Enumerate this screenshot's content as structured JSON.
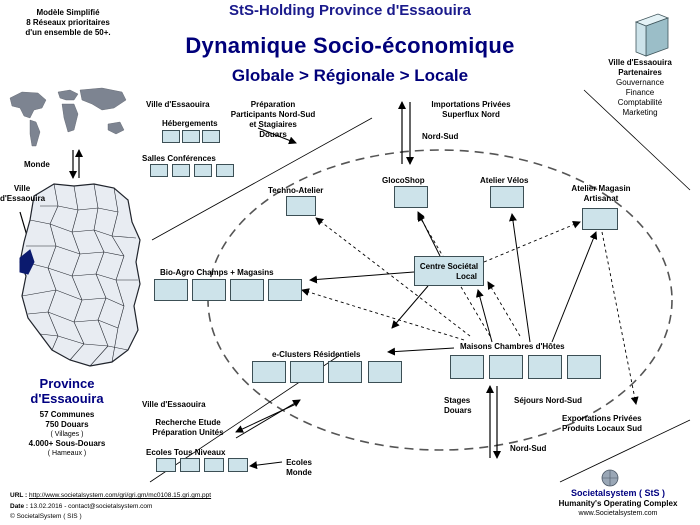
{
  "header": {
    "line1": "StS-Holding Province d'Essaouira",
    "line2": "Dynamique Socio-économique",
    "line3": "Globale > Régionale > Locale"
  },
  "left_panel": {
    "model_line1": "Modèle Simplifié",
    "model_line2": "8 Réseaux prioritaires",
    "model_line3": "d'un ensemble de 50+.",
    "monde": "Monde",
    "ville_line1": "Ville",
    "ville_line2": "d'Essaouira",
    "province_line1": "Province",
    "province_line2": "d'Essaouira",
    "communes": "57 Communes",
    "douars": "750 Douars",
    "villages": "( Villages )",
    "sous_douars": "4.000+ Sous-Douars",
    "hameaux": "( Hameaux )"
  },
  "right_panel": {
    "title_line1": "Ville d'Essaouira",
    "title_line2": "Partenaires",
    "items": [
      "Gouvernance",
      "Finance",
      "Comptabilité",
      "Marketing"
    ]
  },
  "nodes": {
    "ville_top": "Ville d'Essaouira",
    "hebergements": "Hébergements",
    "preparation_line1": "Préparation",
    "preparation_line2": "Participants Nord-Sud",
    "preparation_line3": "et Stagiaires",
    "preparation_line4": "Douars",
    "salles": "Salles Conférences",
    "importations_line1": "Importations Privées",
    "importations_line2": "Superflux Nord",
    "nord_sud_top": "Nord-Sud",
    "techno": "Techno-Atelier",
    "glocoshop": "GlocoShop",
    "atelier_velos": "Atelier Vélos",
    "atelier_magasin_line1": "Atelier Magasin",
    "atelier_magasin_line2": "Artisanat",
    "bio_agro": "Bio-Agro Champs + Magasins",
    "centre_line1": "Centre Sociétal",
    "centre_line2": "Local",
    "eclusters": "e-Clusters Résidentiels",
    "maisons": "Maisons Chambres d'Hôtes",
    "ville_bottom": "Ville d'Essaouira",
    "recherche_line1": "Recherche Etude",
    "recherche_line2": "Préparation Unités",
    "ecoles_niveaux": "Ecoles Tous Niveaux",
    "ecoles_monde_line1": "Ecoles",
    "ecoles_monde_line2": "Monde",
    "stages_line1": "Stages",
    "stages_line2": "Douars",
    "sejours": "Séjours Nord-Sud",
    "nord_sud_bottom": "Nord-Sud",
    "exportations_line1": "Exportations Privées",
    "exportations_line2": "Produits Locaux Sud"
  },
  "footer": {
    "url_label": "URL :",
    "url_value": "http://www.societalsystem.com/gri/gri.gm/mc0108.15.gri.gm.ppt",
    "date_label": "Date :",
    "date_value": "13.02.2016 - contact@societalsystem.com",
    "copyright": "© SocietalSystem ( SIS )",
    "brand": "Societalsystem ( StS )",
    "tagline": "Humanity's Operating Complex",
    "site": "www.Societalsystem.com"
  },
  "colors": {
    "box_fill": "#cde3ea",
    "title_blue": "#00007a",
    "map_fill": "#e8ecf2",
    "city_fill": "#0b1a6e"
  }
}
